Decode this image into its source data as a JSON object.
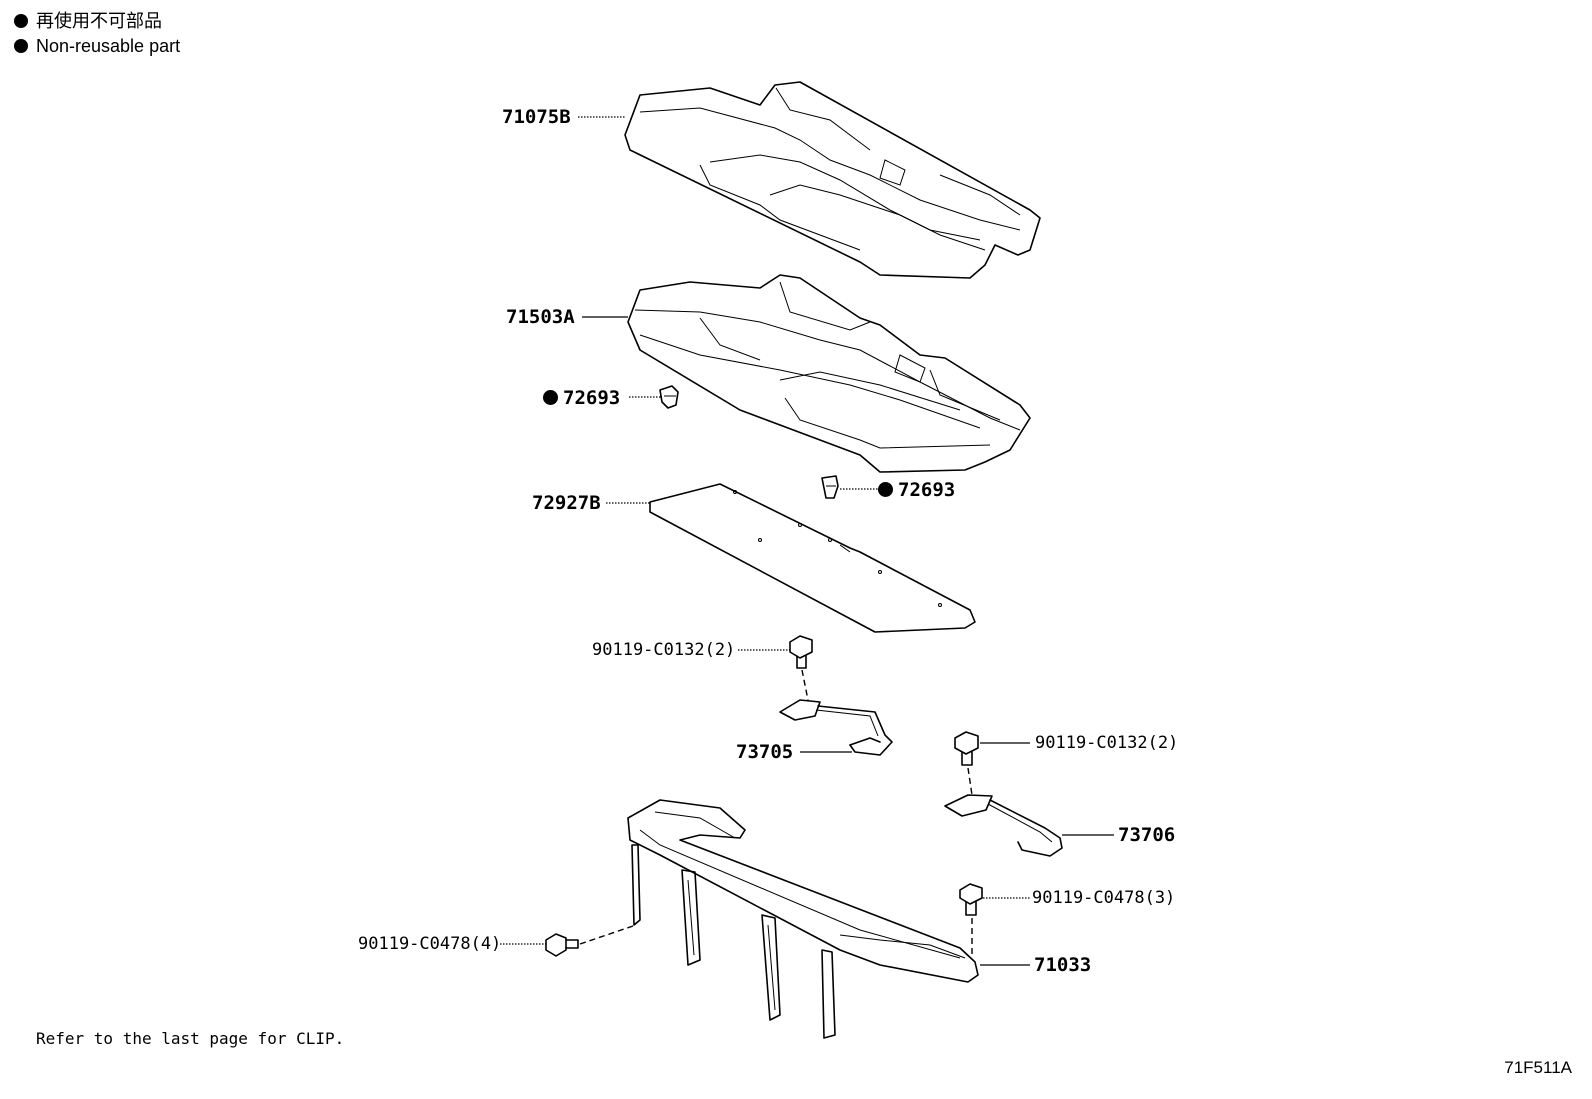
{
  "legend": {
    "jp_label": "再使用不可部品",
    "en_label": "Non-reusable part"
  },
  "parts": {
    "p71075B": "71075B",
    "p71503A": "71503A",
    "p72693_a": "72693",
    "p72693_b": "72693",
    "p72927B": "72927B",
    "p90119_C0132_a": "90119-C0132(2)",
    "p73705": "73705",
    "p90119_C0132_b": "90119-C0132(2)",
    "p73706": "73706",
    "p90119_C0478_3": "90119-C0478(3)",
    "p90119_C0478_4": "90119-C0478(4)",
    "p71033": "71033"
  },
  "footer": {
    "note": "Refer to the last page for CLIP.",
    "code": "71F511A"
  },
  "icons": {
    "non_reusable_marker": "filled-circle"
  }
}
